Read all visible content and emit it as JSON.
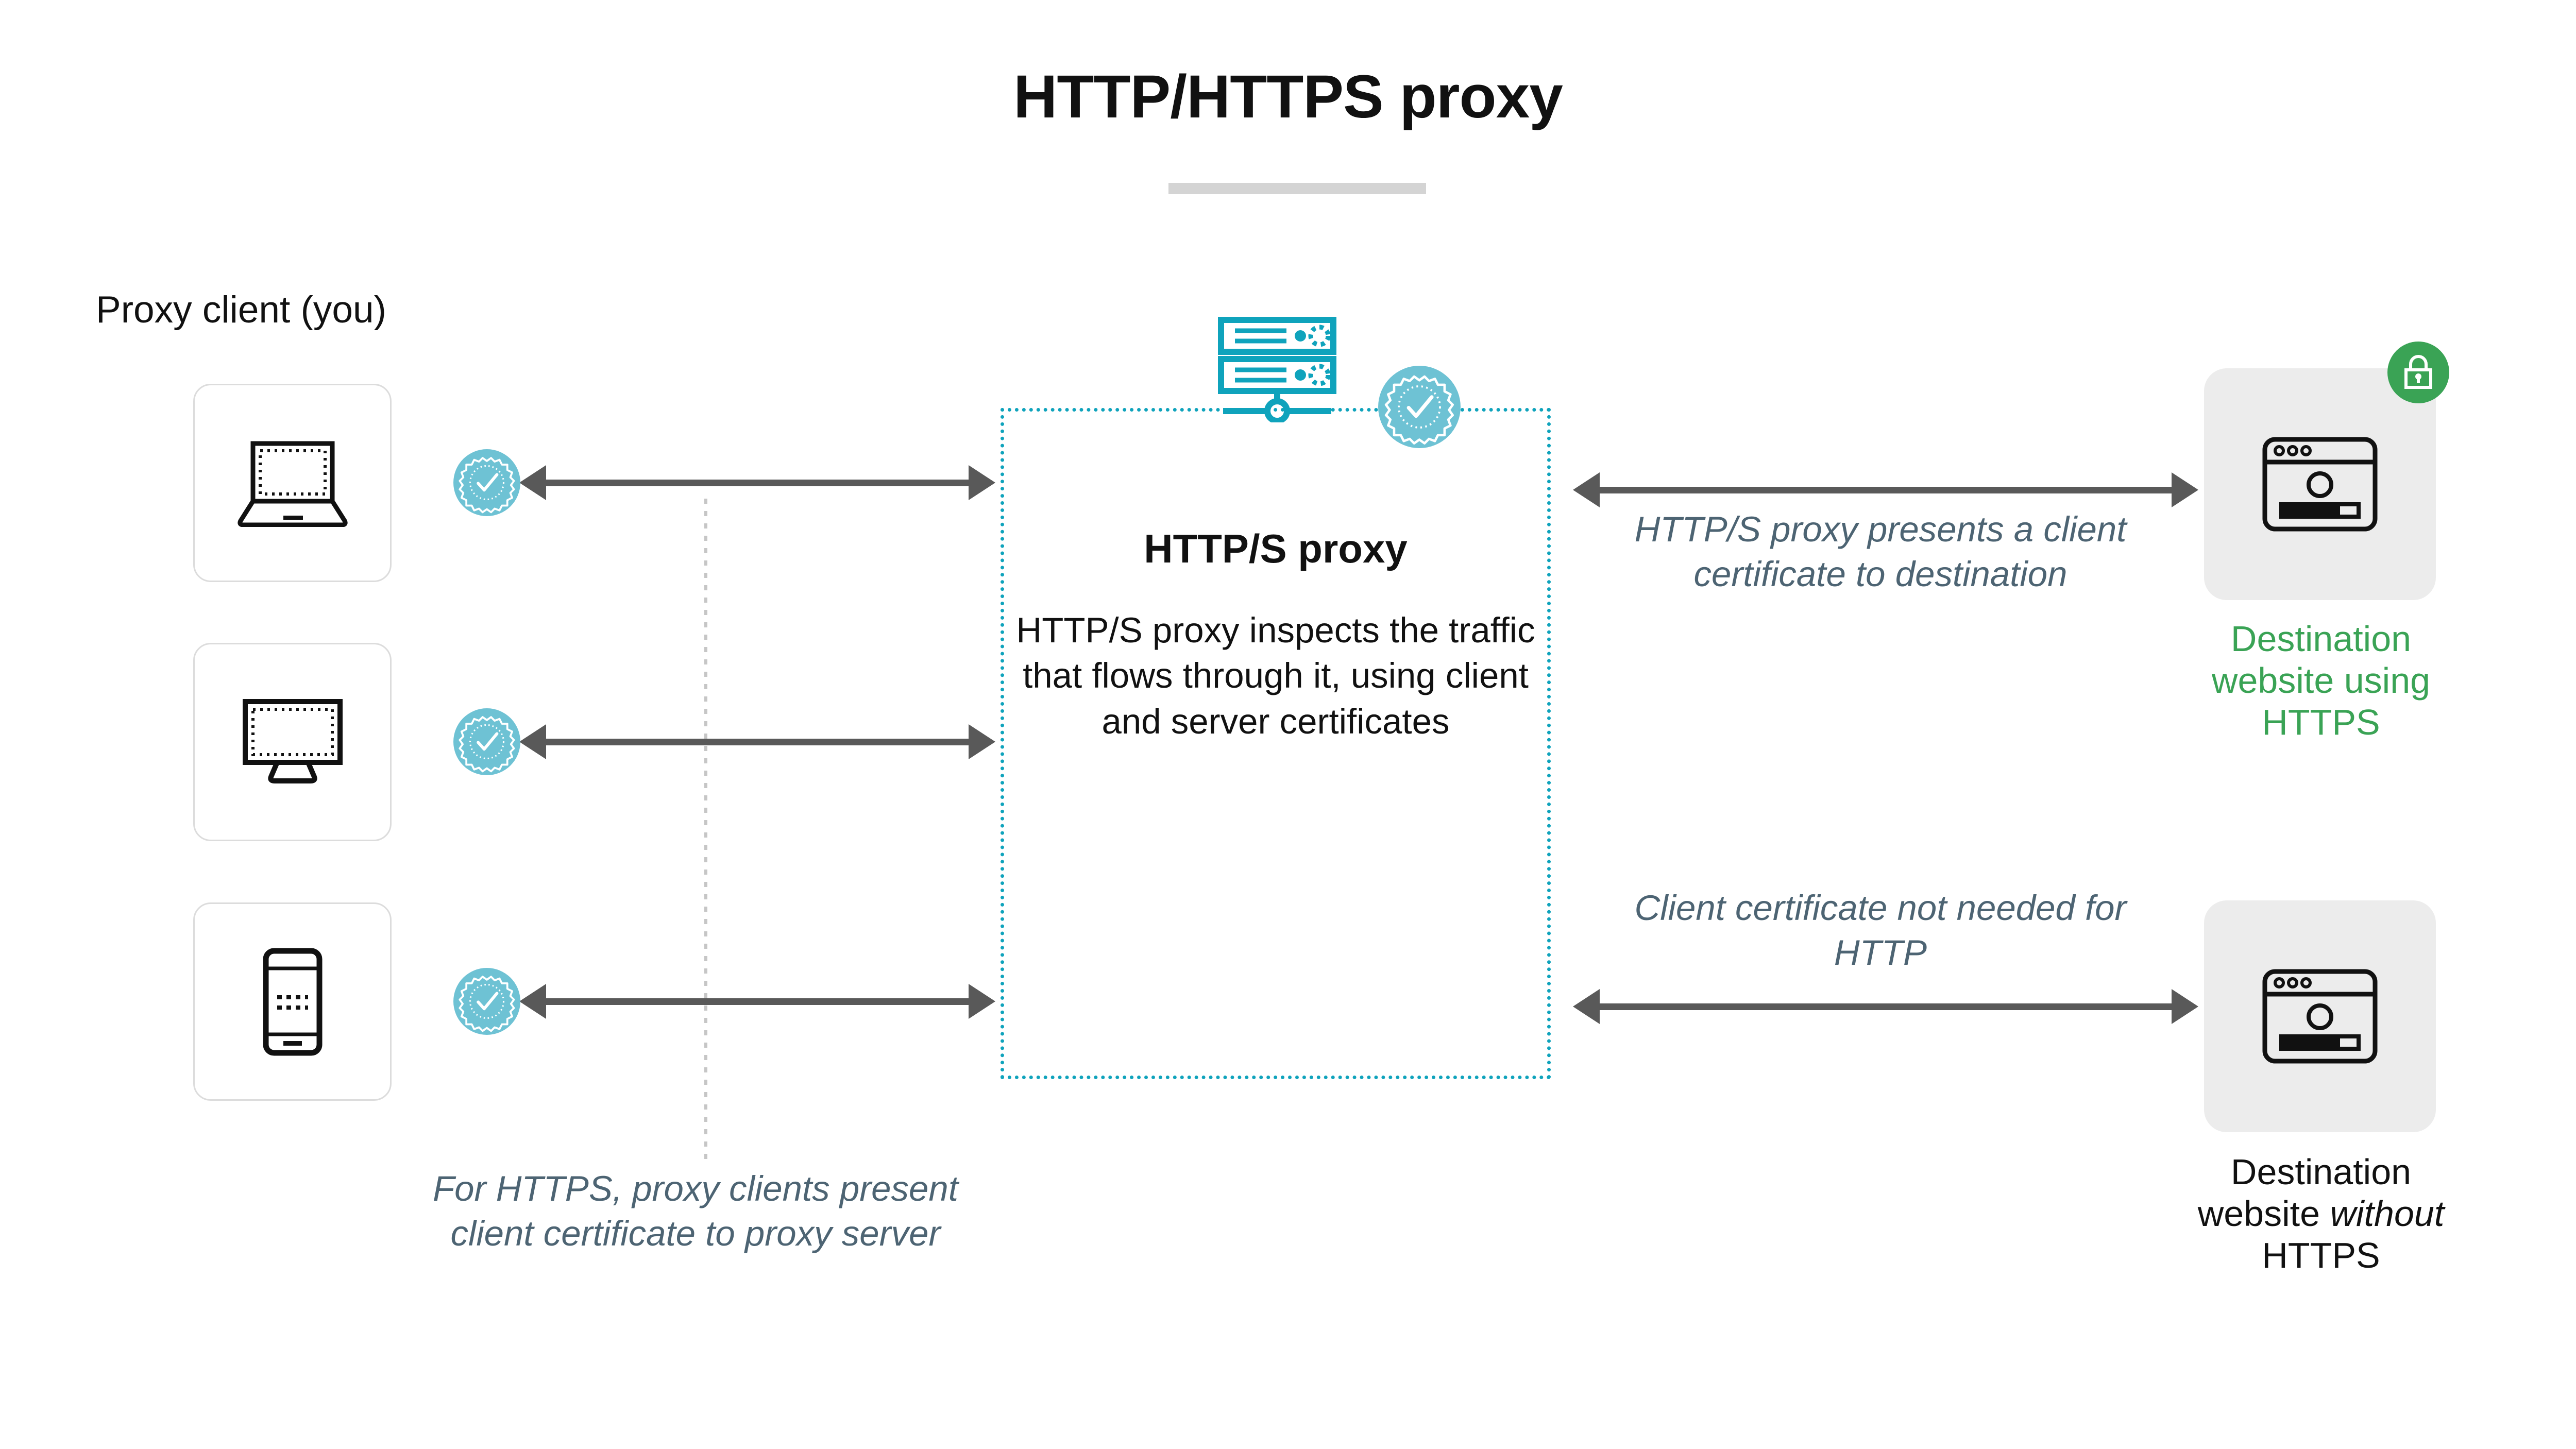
{
  "title": "HTTP/HTTPS proxy",
  "client_section": {
    "label": "Proxy client (you)",
    "devices": [
      {
        "name": "laptop",
        "icon": "laptop-icon"
      },
      {
        "name": "desktop",
        "icon": "desktop-monitor-icon"
      },
      {
        "name": "phone",
        "icon": "smartphone-icon"
      }
    ],
    "certificate_badges": [
      {
        "icon": "certificate-check-badge-icon"
      },
      {
        "icon": "certificate-check-badge-icon"
      },
      {
        "icon": "certificate-check-badge-icon"
      }
    ]
  },
  "proxy": {
    "heading": "HTTP/S proxy",
    "body": "HTTP/S proxy inspects the traffic that flows through it, using client and server certificates",
    "server_icon": "server-rack-icon",
    "certificate_badge_icon": "certificate-check-badge-icon"
  },
  "notes": {
    "right_top": "HTTP/S proxy presents a client certificate to destination",
    "right_bottom": "Client certificate not needed for HTTP",
    "left_bottom": "For HTTPS, proxy clients present client certificate to proxy server"
  },
  "destinations": [
    {
      "id": "https",
      "icon": "browser-window-icon",
      "badge_icon": "green-lock-badge-icon",
      "label_line1": "Destination",
      "label_line2": "website using",
      "label_line3": "HTTPS",
      "color": "#3aa355"
    },
    {
      "id": "http",
      "icon": "browser-window-icon",
      "badge_icon": null,
      "label_line1": "Destination",
      "label_line2_pre": "website ",
      "label_line2_italic": "without",
      "label_line3": "HTTPS",
      "color": "#111111"
    }
  ],
  "colors": {
    "teal_dashed": "#0fa3bc",
    "badge_teal": "#6ec2d4",
    "green": "#3aa355",
    "arrow_gray": "#595959",
    "card_gray": "#ececec",
    "note_text": "#4d6473",
    "title_rule": "#d4d4d4"
  }
}
